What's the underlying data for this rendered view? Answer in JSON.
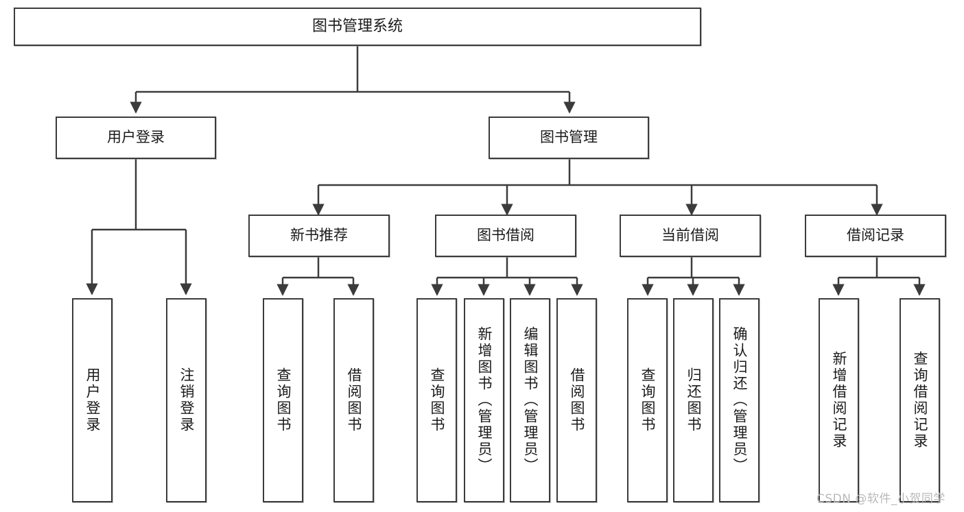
{
  "diagram": {
    "title": "图书管理系统",
    "type": "tree-hierarchy",
    "root": {
      "label": "图书管理系统"
    },
    "level1": [
      {
        "label": "用户登录"
      },
      {
        "label": "图书管理"
      }
    ],
    "level2": [
      {
        "label": "新书推荐"
      },
      {
        "label": "图书借阅"
      },
      {
        "label": "当前借阅"
      },
      {
        "label": "借阅记录"
      }
    ],
    "leaves": {
      "user_login": [
        {
          "label": "用户登录"
        },
        {
          "label": "注销登录"
        }
      ],
      "new_book_recommend": [
        {
          "label": "查询图书"
        },
        {
          "label": "借阅图书"
        }
      ],
      "book_borrow": [
        {
          "label": "查询图书"
        },
        {
          "label": "新增图书（管理员）"
        },
        {
          "label": "编辑图书（管理员）"
        },
        {
          "label": "借阅图书"
        }
      ],
      "current_borrow": [
        {
          "label": "查询图书"
        },
        {
          "label": "归还图书"
        },
        {
          "label": "确认归还（管理员）"
        }
      ],
      "borrow_record": [
        {
          "label": "新增借阅记录"
        },
        {
          "label": "查询借阅记录"
        }
      ]
    }
  },
  "watermark": {
    "text": "CSDN @软件_小贺同学"
  },
  "colors": {
    "stroke": "#3b3b3b",
    "fill": "#ffffff",
    "text": "#1a1a1a",
    "watermark": "#b9b9b9"
  }
}
